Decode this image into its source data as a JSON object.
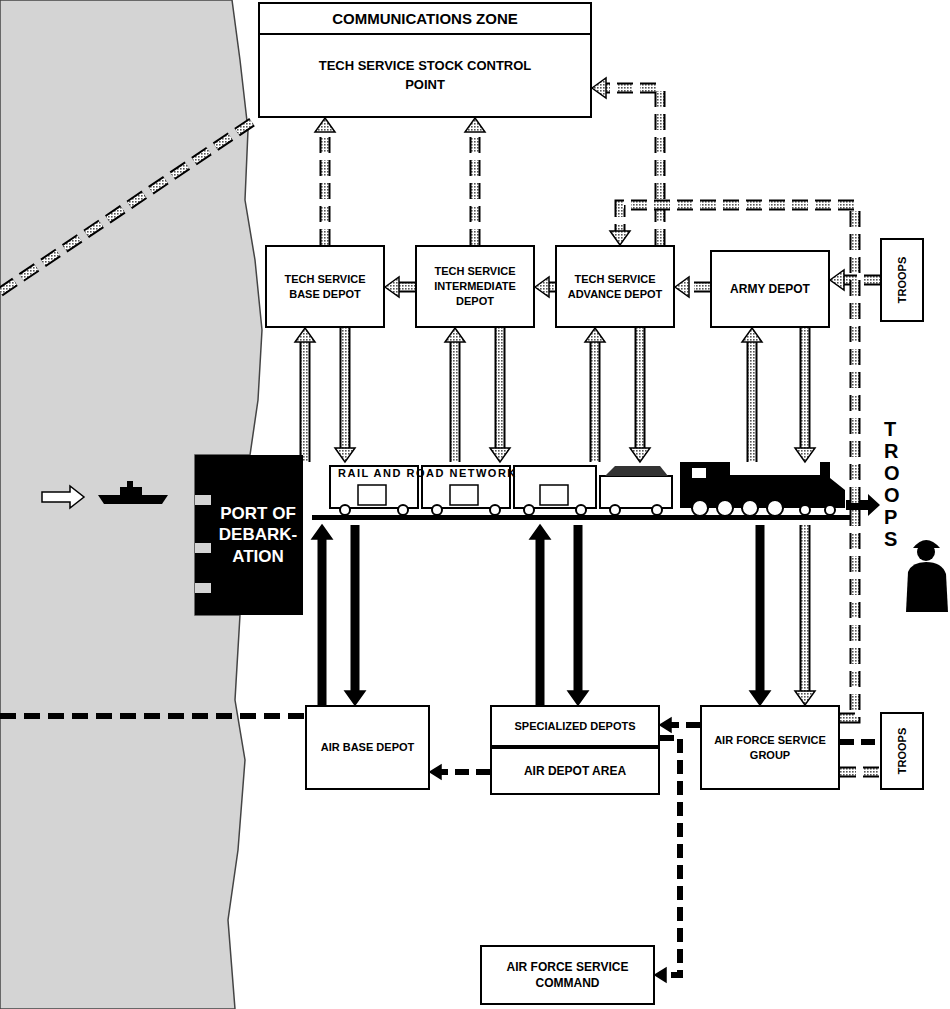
{
  "diagram": {
    "nodes": [
      {
        "text": [
          "COMMUNICATIONS ZONE",
          "TECH SERVICE STOCK CONTROL POINT"
        ]
      },
      {
        "text": [
          "TECH SERVICE BASE DEPOT"
        ]
      },
      {
        "text": [
          "TECH SERVICE INTERMEDIATE DEPOT"
        ]
      },
      {
        "text": [
          "TECH SERVICE ADVANCE DEPOT"
        ]
      },
      {
        "text": [
          "ARMY DEPOT"
        ]
      },
      {
        "text": [
          "TROOPS"
        ]
      },
      {
        "text": [
          "PORT OF DEBARK- ATION"
        ]
      },
      {
        "text": [
          "RAIL AND ROAD NETWORK"
        ]
      },
      {
        "text": [
          "AIR BASE DEPOT"
        ]
      },
      {
        "text": [
          "SPECIALIZED DEPOTS"
        ]
      },
      {
        "text": [
          "AIR DEPOT AREA"
        ]
      },
      {
        "text": [
          "AIR FORCE SERVICE GROUP"
        ]
      },
      {
        "text": [
          "TROOPS"
        ]
      },
      {
        "text": [
          "AIR FORCE SERVICE COMMAND"
        ]
      }
    ],
    "edges": [
      {
        "from": 1,
        "to": 0,
        "arrow": "to"
      },
      {
        "from": 2,
        "to": 0,
        "arrow": "to"
      },
      {
        "from": 3,
        "to": 0,
        "arrow": "to"
      },
      {
        "from": 4,
        "to": 3,
        "arrow": "to"
      },
      {
        "from": 3,
        "to": 2,
        "arrow": "to"
      },
      {
        "from": 2,
        "to": 1,
        "arrow": "to"
      },
      {
        "from": 5,
        "to": 4,
        "arrow": "to"
      },
      {
        "from": 11,
        "to": 3,
        "arrow": "to"
      },
      {
        "from": 7,
        "to": 1,
        "arrow": "to"
      },
      {
        "from": 1,
        "to": 7,
        "arrow": "to"
      },
      {
        "from": 7,
        "to": 2,
        "arrow": "to"
      },
      {
        "from": 2,
        "to": 7,
        "arrow": "to"
      },
      {
        "from": 7,
        "to": 3,
        "arrow": "to"
      },
      {
        "from": 3,
        "to": 7,
        "arrow": "to"
      },
      {
        "from": 7,
        "to": 4,
        "arrow": "to"
      },
      {
        "from": 4,
        "to": 7,
        "arrow": "to"
      },
      {
        "from": 8,
        "to": 7,
        "arrow": "to"
      },
      {
        "from": 7,
        "to": 8,
        "arrow": "to"
      },
      {
        "from": 9,
        "to": 7,
        "arrow": "to"
      },
      {
        "from": 7,
        "to": 9,
        "arrow": "to"
      },
      {
        "from": 7,
        "to": 11,
        "arrow": "to"
      },
      {
        "from": 7,
        "to": 11,
        "arrow": "to"
      },
      {
        "from": 11,
        "to": 9,
        "arrow": "to"
      },
      {
        "from": 10,
        "to": 8,
        "arrow": "to"
      },
      {
        "from": 9,
        "to": 13,
        "arrow": "to"
      },
      {
        "from": 11,
        "to": 12,
        "arrow": "none"
      },
      {
        "from": 11,
        "to": 12,
        "arrow": "none"
      }
    ],
    "labels": [
      "TROOPS"
    ]
  }
}
